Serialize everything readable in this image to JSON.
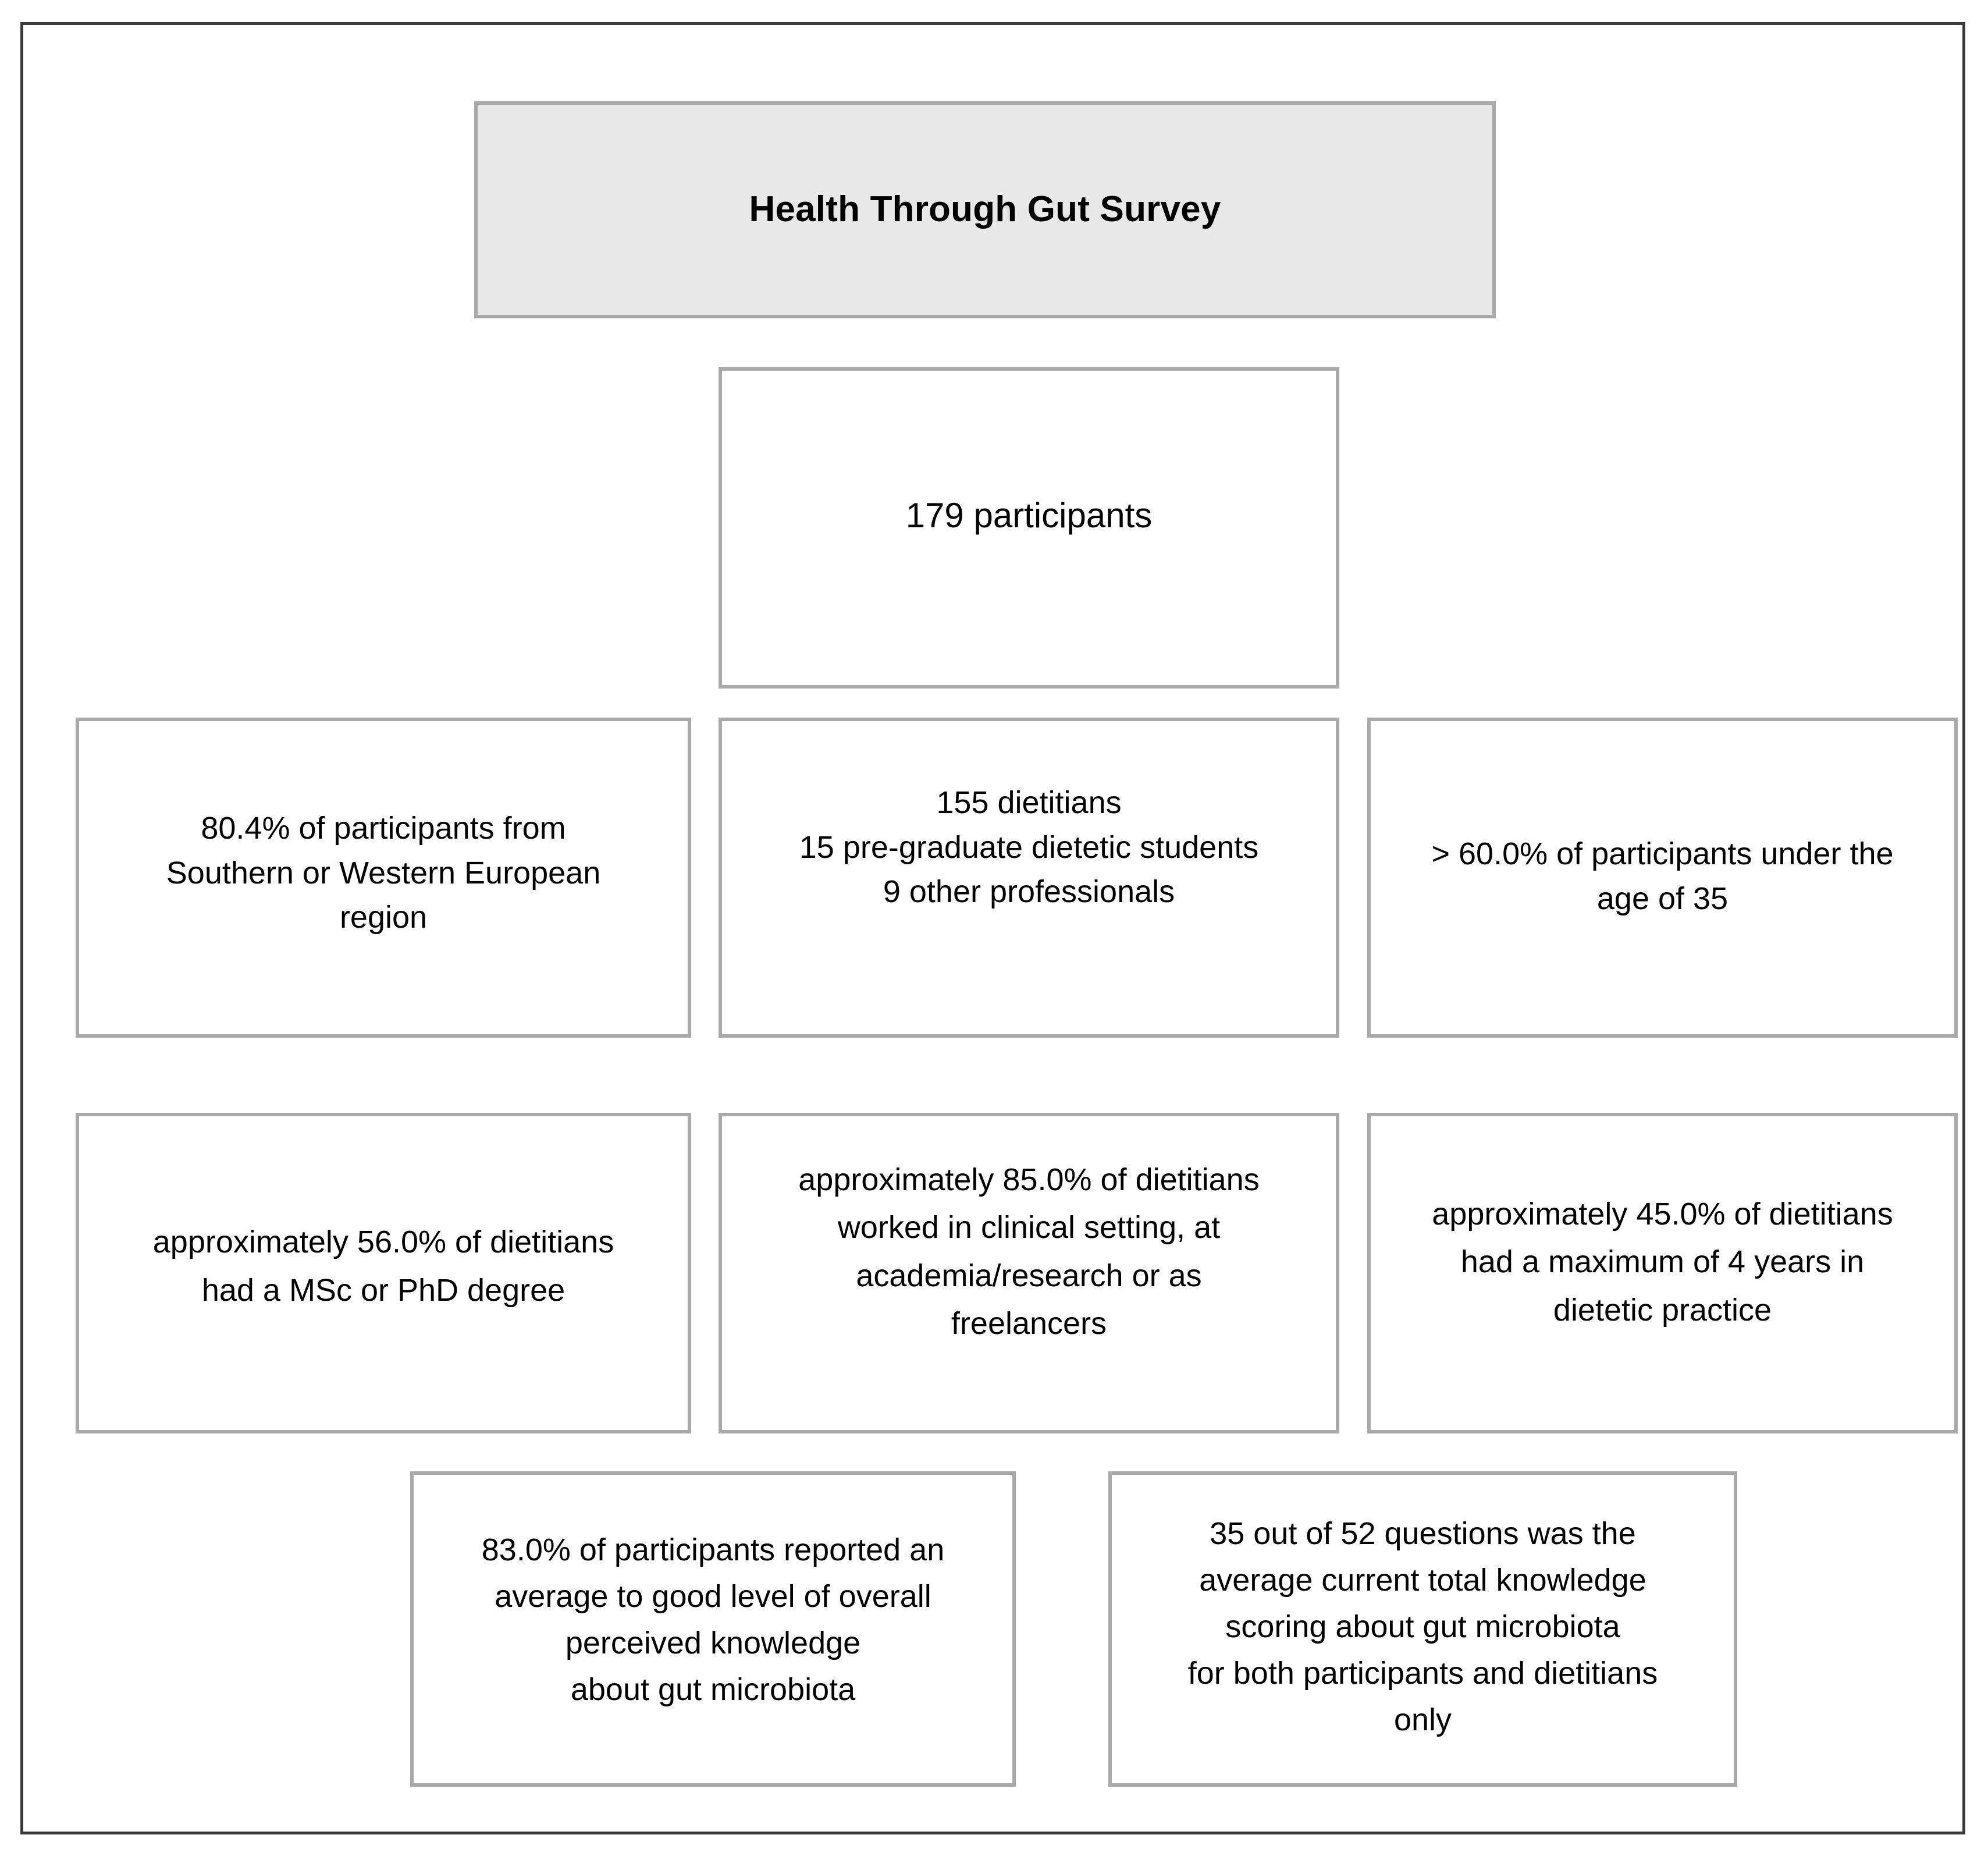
{
  "figure": {
    "title_box": {
      "label": "Health Through Gut Survey",
      "fill_color": "#E8E8E8",
      "border_color": "#A9A9A9"
    },
    "frame": {
      "border_color": "#3A3A3A",
      "background_color": "#FFFFFF"
    },
    "box_style": {
      "fill_color": "#FFFFFF",
      "border_color": "#A9A9A9",
      "text_color": "#000000"
    },
    "nodes": {
      "participants": {
        "name": "total-participants",
        "lines": [
          "179 participants"
        ]
      },
      "region": {
        "name": "participant-region",
        "lines": [
          "80.4% of participants from",
          "Southern or Western European",
          "region"
        ]
      },
      "roles": {
        "name": "participant-roles",
        "lines": [
          "155  dietitians",
          "15 pre-graduate dietetic students",
          "9 other professionals"
        ]
      },
      "age": {
        "name": "participant-age",
        "lines": [
          "> 60.0% of participants  under the",
          "age of 35"
        ]
      },
      "degree": {
        "name": "dietitian-degree",
        "lines": [
          "approximately 56.0% of dietitians",
          "had a MSc or PhD degree"
        ]
      },
      "setting": {
        "name": "dietitian-work-setting",
        "lines": [
          "approximately 85.0% of dietitians",
          "worked in clinical setting, at",
          "academia/research or as",
          "freelancers"
        ]
      },
      "experience": {
        "name": "dietitian-experience",
        "lines": [
          "approximately 45.0% of dietitians",
          "had a maximum of 4 years in",
          "dietetic practice"
        ]
      },
      "perceived_knowledge": {
        "name": "perceived-knowledge",
        "lines": [
          "83.0% of participants reported an",
          "average to good level of overall",
          "perceived knowledge",
          "about gut microbiota"
        ]
      },
      "knowledge_score": {
        "name": "knowledge-score",
        "lines": [
          "35 out of 52  questions was the",
          "average current total knowledge",
          "scoring about gut microbiota",
          "for both participants and dietitians",
          "only"
        ]
      }
    }
  },
  "chart_data": {
    "type": "table",
    "title": "Health Through Gut Survey",
    "categories": [
      "Total participants",
      "Participants from Southern or Western European region",
      "Dietitians",
      "Pre-graduate dietetic students",
      "Other professionals",
      "Participants under the age of 35",
      "Dietitians with a MSc or PhD degree",
      "Dietitians in clinical setting, academia/research or freelance",
      "Dietitians with a maximum of 4 years in dietetic practice",
      "Participants reporting average to good overall perceived knowledge about gut microbiota",
      "Average current total knowledge score about gut microbiota (participants and dietitians only)"
    ],
    "values": [
      179,
      80.4,
      155,
      15,
      9,
      60.0,
      56.0,
      85.0,
      45.0,
      83.0,
      35
    ],
    "units": [
      "count",
      "%",
      "count",
      "count",
      "count",
      "%",
      "%",
      "%",
      "%",
      "%",
      "out of 52 questions"
    ],
    "notes": [
      "179 participants",
      "80.4% of participants from Southern or Western European region",
      "155 dietitians",
      "15 pre-graduate dietetic students",
      "9 other professionals",
      "> 60.0% of participants under the age of 35",
      "approximately 56.0% of dietitians had a MSc or PhD degree",
      "approximately 85.0% of dietitians worked in clinical setting, at academia/research or as freelancers",
      "approximately 45.0% of dietitians had a maximum of 4 years in dietetic practice",
      "83.0% of participants reported an average to good level of overall perceived knowledge about gut microbiota",
      "35 out of 52 questions was the average current total knowledge scoring about gut microbiota for both participants and dietitians only"
    ],
    "xlabel": "",
    "ylabel": "",
    "grid": false,
    "legend": "none"
  }
}
